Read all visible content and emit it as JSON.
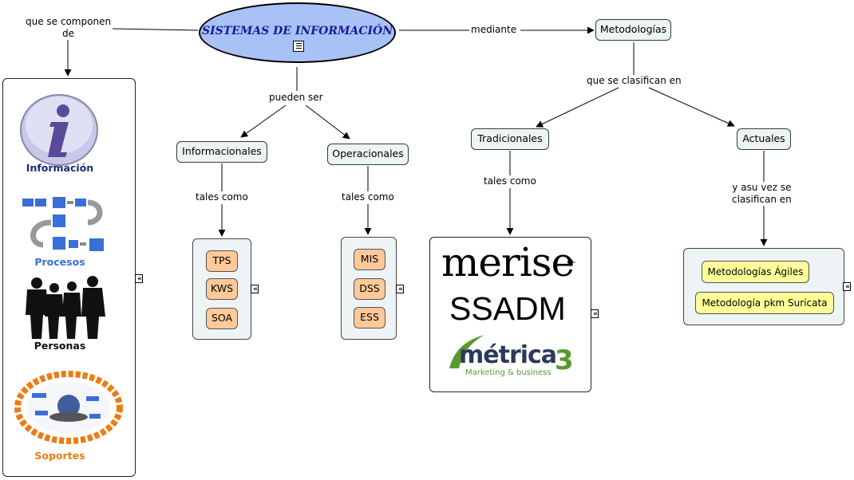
{
  "main": {
    "title": "SISTEMAS DE INFORMACIÓN",
    "color": "#a8c2f5"
  },
  "links": {
    "componen": "que se componen\nde",
    "pueden_ser": "pueden ser",
    "mediante": "mediante",
    "clasifican": "que se clasifican en",
    "tales1": "tales como",
    "tales2": "tales como",
    "tales3": "tales como",
    "asu_vez": "y asu vez se\nclasifican en"
  },
  "nodes": {
    "metodologias": "Metodologías",
    "informacionales": "Informacionales",
    "operacionales": "Operacionales",
    "tradicionales": "Tradicionales",
    "actuales": "Actuales"
  },
  "components": {
    "informacion": "Información",
    "procesos": "Procesos",
    "personas": "Personas",
    "soportes": "Soportes"
  },
  "informacionales_items": [
    "TPS",
    "KWS",
    "SOA"
  ],
  "operacionales_items": [
    "MIS",
    "DSS",
    "ESS"
  ],
  "tradicionales_logos": {
    "merise": "merise",
    "ssadm": "SSADM",
    "metrica": "métrica",
    "metrica_num": "3",
    "metrica_sub": "Marketing & business"
  },
  "actuales_items": [
    "Metodologías Ágiles",
    "Metodología pkm Suricata"
  ],
  "collapse_glyph": "«",
  "colors": {
    "accent_blue": "#3a6fd8",
    "orange_text": "#f07a10",
    "info_blue": "#1a2a7a",
    "orange_box": "#ffc99a",
    "yellow_box": "#ffff99"
  }
}
